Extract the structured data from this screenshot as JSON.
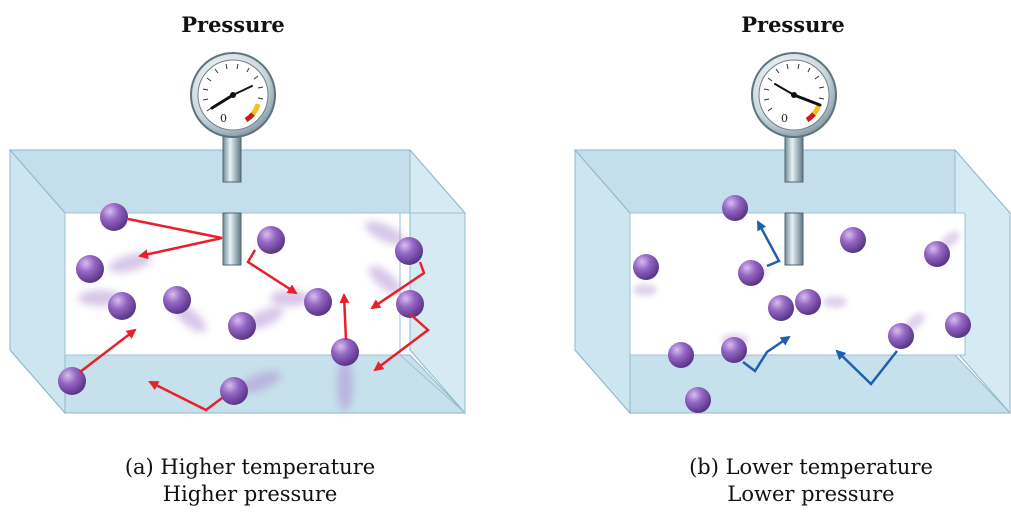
{
  "panels": [
    {
      "heading": "Pressure",
      "gauge_zero": "0",
      "caption_line1": "(a) Higher temperature",
      "caption_line2": "Higher pressure",
      "gauge_needle": "high",
      "arrow_color": "#e8202a"
    },
    {
      "heading": "Pressure",
      "gauge_zero": "0",
      "caption_line1": "(b) Lower temperature",
      "caption_line2": "Lower pressure",
      "gauge_needle": "low",
      "arrow_color": "#1f5fb0"
    }
  ],
  "colors": {
    "box_glass": "#cfe6f0",
    "box_edge": "#8fb9cc",
    "molecule": "#8a5bb8",
    "molecule_highlight": "#c9a8e6",
    "gauge_red": "#cc1d1d",
    "gauge_yellow": "#f2c21b"
  }
}
